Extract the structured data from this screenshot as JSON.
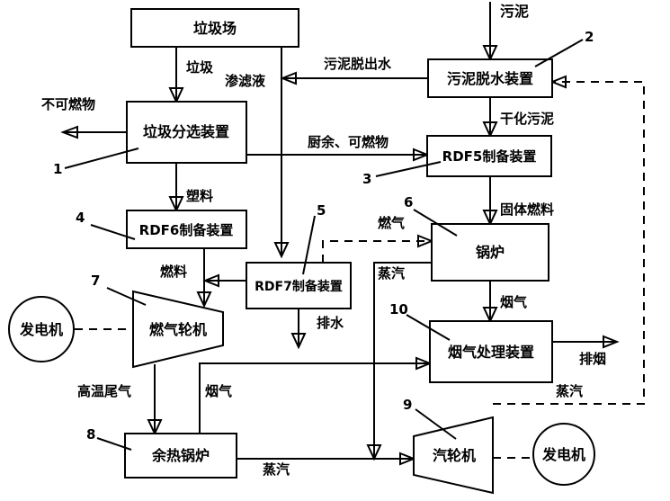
{
  "nodes": {
    "landfill": "垃圾场",
    "sorting": "垃圾分选装置",
    "rdf6": "RDF6制备装置",
    "rdf7": "RDF7制备装置",
    "sludge_dewater": "污泥脱水装置",
    "rdf5": "RDF5制备装置",
    "boiler": "锅炉",
    "flue_treatment": "烟气处理装置",
    "gas_turbine": "燃气轮机",
    "waste_heat_boiler": "余热锅炉",
    "steam_turbine": "汽轮机",
    "generator_left": "发电机",
    "generator_right": "发电机"
  },
  "numbers": {
    "n1": "1",
    "n2": "2",
    "n3": "3",
    "n4": "4",
    "n5": "5",
    "n6": "6",
    "n7": "7",
    "n8": "8",
    "n9": "9",
    "n10": "10"
  },
  "labels": {
    "sludge": "污泥",
    "garbage": "垃圾",
    "leachate": "渗滤液",
    "sludge_water": "污泥脱出水",
    "non_combustible": "不可燃物",
    "dried_sludge": "干化污泥",
    "kitchen_combustible": "厨余、可燃物",
    "plastic": "塑料",
    "solid_fuel": "固体燃料",
    "gas_to_boiler": "燃气",
    "fuel": "燃料",
    "steam_from_boiler": "蒸汽",
    "drainage": "排水",
    "flue_gas_boiler": "烟气",
    "exhaust_smoke": "排烟",
    "hot_exhaust": "高温尾气",
    "flue_gas_whb": "烟气",
    "steam_right": "蒸汽",
    "steam_bottom": "蒸汽"
  }
}
